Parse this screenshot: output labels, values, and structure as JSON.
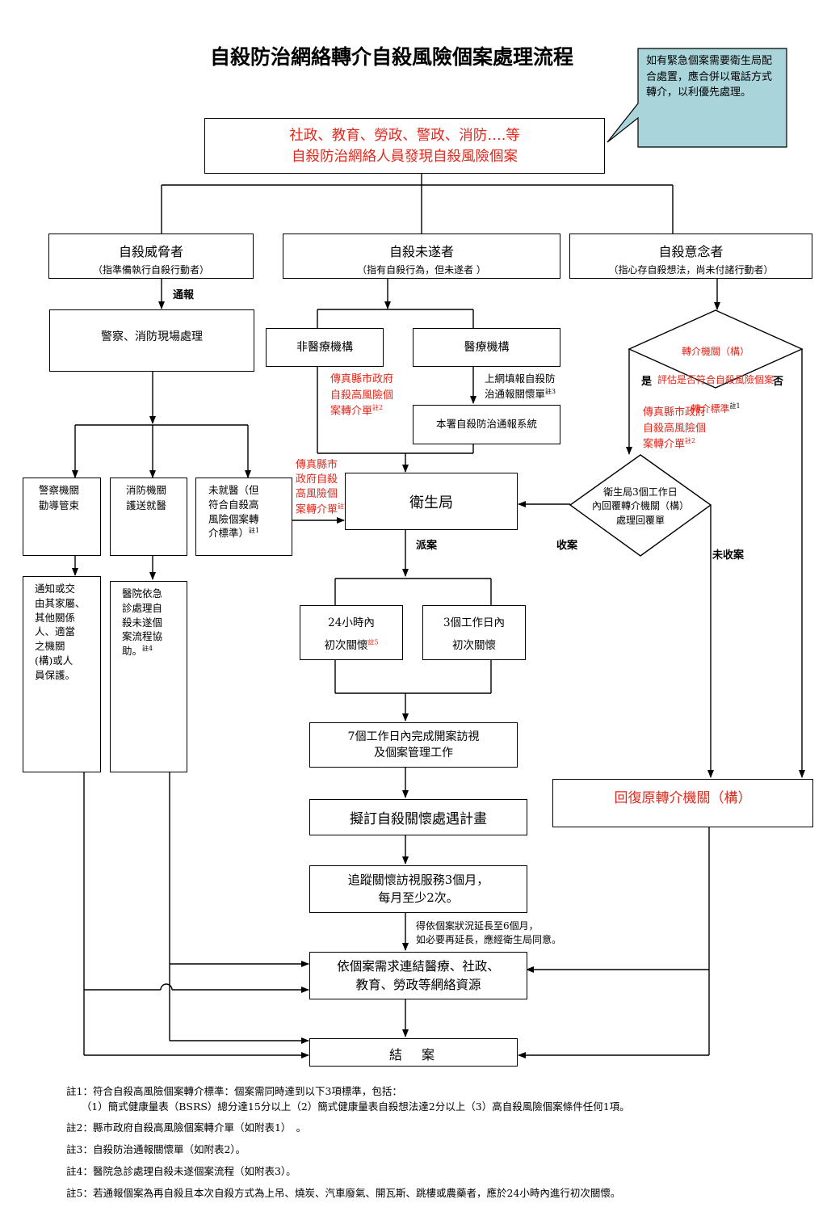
{
  "title": "自殺防治網絡轉介自殺風險個案處理流程",
  "callout": "如有緊急個案需要衛生局配合處置，應合併以電話方式轉介，以利優先處理。",
  "top": {
    "line1": "社政、教育、勞政、警政、消防….等",
    "line2": "自殺防治網絡人員發現自殺風險個案"
  },
  "threat": {
    "title": "自殺威脅者",
    "sub": "（指準備執行自殺行動者）"
  },
  "attempt": {
    "title": "自殺未遂者",
    "sub": "（指有自殺行為，但未遂者 ）"
  },
  "ideation": {
    "title": "自殺意念者",
    "sub": "（指心存自殺想法，尚未付諸行動者）"
  },
  "report_label": "通報",
  "police_scene": "警察、消防現場處理",
  "non_medical": "非醫療機構",
  "medical": "醫療機構",
  "fax_a": "傳真縣市政府\n自殺高風險個\n案轉介單",
  "fax_a_note": "註2",
  "online": "上網填報自殺防\n治通報關懷單",
  "online_note": "註3",
  "system": "本署自殺防治通報系統",
  "assess": {
    "l1": "轉介機關（構）",
    "l2": "評估是否符合自殺風險個案",
    "l3": "轉介標準",
    "note": "註1"
  },
  "yes": "是",
  "no": "否",
  "fax_c": "傳真縣市政府\n自殺高風險個\n案轉介單",
  "fax_c_note": "註2",
  "fax_b": "傳真縣市\n政府自殺\n高風險個\n案轉介單",
  "fax_b_note": "註2",
  "police_guidance": "警察機關\n勸導管束",
  "fire_transport": "消防機關\n護送就醫",
  "not_hospital": "未就醫（但\n符合自殺高\n風險個案轉\n介標準）",
  "not_hospital_note": "註1",
  "health_bureau": "衛生局",
  "reply": "衛生局3個工作日\n內回覆轉介機關（構）\n處理回覆單",
  "dispatch": "派案",
  "accept": "收案",
  "not_accept": "未收案",
  "notify_family": "通知或交\n由其家屬、\n其他關係\n人、適當\n之機關\n(構)或人\n員保護。",
  "hospital_emergency": "醫院依急\n診處理自\n殺未遂個\n案流程協\n助。",
  "hospital_note": "註4",
  "h24": "24小時內",
  "h24_2": "初次關懷",
  "h24_note": "註5",
  "d3": "3個工作日內",
  "d3_2": "初次關懷",
  "visit": "7個工作日內完成開案訪視\n及個案管理工作",
  "plan": "擬訂自殺關懷處遇計畫",
  "followup": "追蹤關懷訪視服務3個月，\n每月至少2次。",
  "extend": "得依個案狀況延長至6個月，\n如必要再延長，應經衛生局同意。",
  "resources": "依個案需求連結醫療、社政、\n教育、勞政等網絡資源",
  "close": "結　案",
  "restore": "回復原轉介機關（構）",
  "notes": [
    "註1：符合自殺高風險個案轉介標準：個案需同時達到以下3項標準，包括：\n　　（1）簡式健康量表（BSRS）總分達15分以上（2）簡式健康量表自殺想法達2分以上（3）高自殺風險個案條件任何1項。",
    "註2：縣市政府自殺高風險個案轉介單（如附表1）　。",
    "註3：自殺防治通報關懷單（如附表2）。",
    "註4：醫院急診處理自殺未遂個案流程（如附表3）。",
    "註5：若通報個案為再自殺且本次自殺方式為上吊、燒炭、汽車廢氣、開瓦斯、跳樓或農藥者，應於24小時內進行初次關懷。"
  ],
  "colors": {
    "red": "#e0281c",
    "callout_fill": "#a9d4da"
  }
}
